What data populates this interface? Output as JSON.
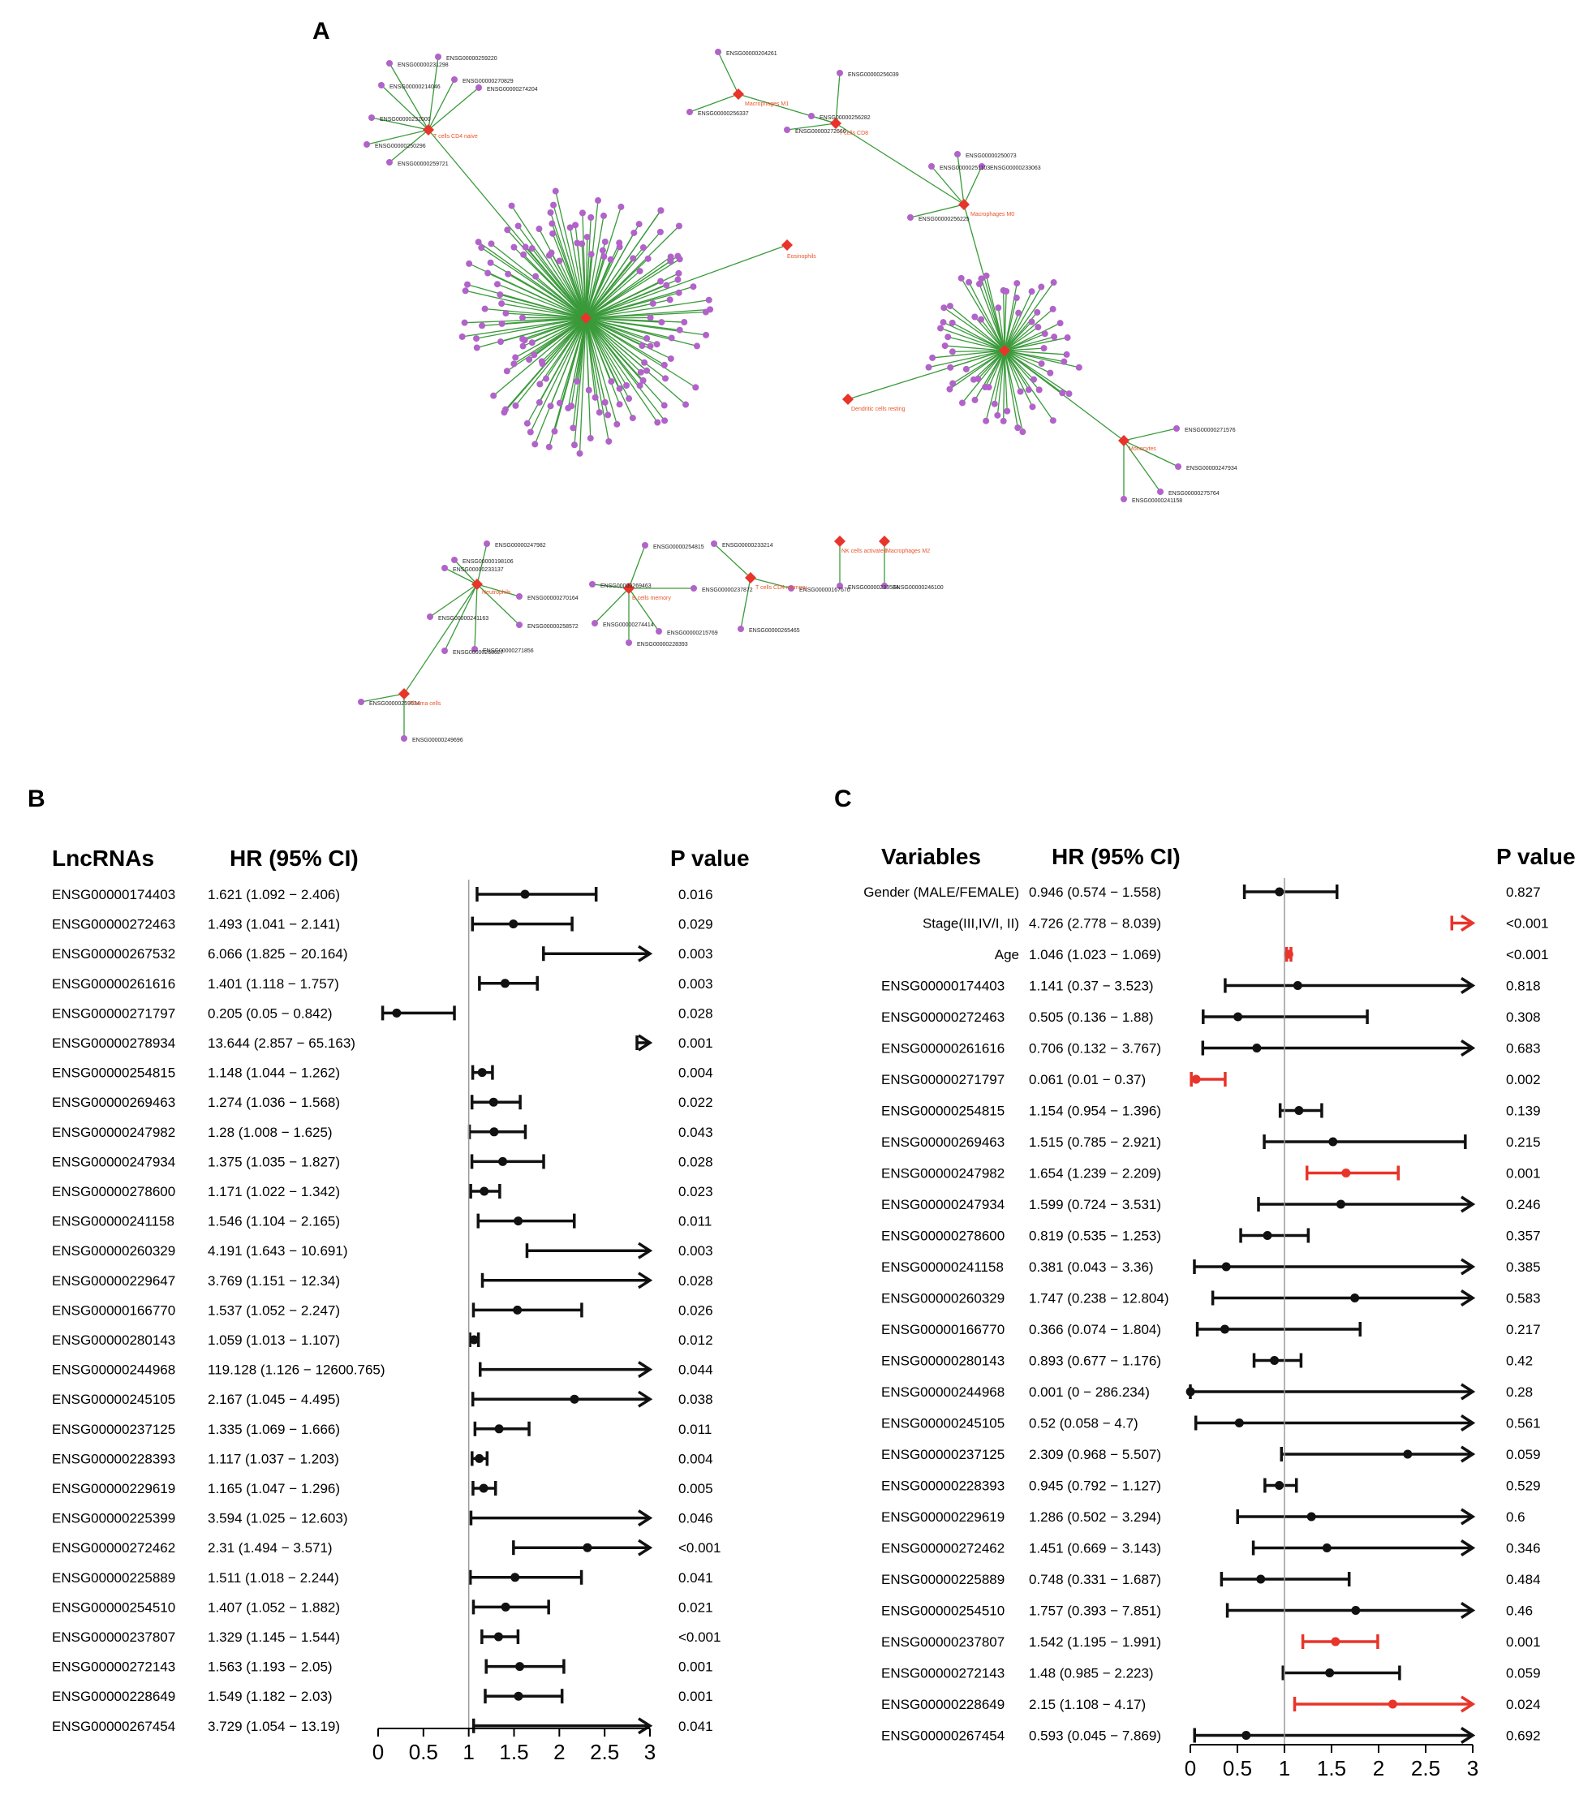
{
  "panels": {
    "a": "A",
    "b": "B",
    "c": "C"
  },
  "colors": {
    "edge": "#3a9a3a",
    "lnc_node": "#b163c9",
    "cell_node": "#e8342a",
    "cell_label": "#e8542a",
    "significant": "#e8342a",
    "normal": "#111111"
  },
  "chart_data": [
    {
      "type": "network",
      "node_types": {
        "cell": "red diamond",
        "lncrna": "purple circle"
      },
      "hubs": [
        {
          "label": "T cells CD4 naive",
          "lncrnas": [
            "ENSG00000259220",
            "ENSG00000231298",
            "ENSG00000270829",
            "ENSG00000274204",
            "ENSG00000214046",
            "ENSG00000232000",
            "ENSG00000250296",
            "ENSG00000259721"
          ]
        },
        {
          "label": "Macrophages M1",
          "lncrnas": [
            "ENSG00000204261",
            "ENSG00000256337"
          ]
        },
        {
          "label": "T cells CD8",
          "lncrnas": [
            "ENSG00000256039",
            "ENSG00000256282",
            "ENSG00000272666"
          ]
        },
        {
          "label": "Macrophages M0",
          "lncrnas": [
            "ENSG00000250073",
            "ENSG00000251103",
            "ENSG00000233063",
            "ENSG00000256225"
          ]
        },
        {
          "label": "Eosinophils",
          "lncrnas": []
        },
        {
          "label": "Dendritic cells resting",
          "lncrnas": []
        },
        {
          "label": "Monocytes",
          "lncrnas": [
            "ENSG00000271576",
            "ENSG00000247934",
            "ENSG00000275764",
            "ENSG00000241158"
          ]
        },
        {
          "label": "Neutrophils",
          "lncrnas": [
            "ENSG00000247982",
            "ENSG00000198106",
            "ENSG00000233137",
            "ENSG00000270164",
            "ENSG00000241163",
            "ENSG00000258572",
            "ENSG00000271856",
            "ENSG00000268027"
          ]
        },
        {
          "label": "B cells memory",
          "lncrnas": [
            "ENSG00000254815",
            "ENSG00000269463",
            "ENSG00000237872",
            "ENSG00000274414",
            "ENSG00000215769",
            "ENSG00000228393"
          ]
        },
        {
          "label": "T cells CD4 memory",
          "lncrnas": [
            "ENSG00000233214",
            "ENSG00000167670",
            "ENSG00000265465"
          ]
        },
        {
          "label": "NK cells activated",
          "lncrnas": [
            "ENSG00000233584"
          ]
        },
        {
          "label": "Macrophages M2",
          "lncrnas": [
            "ENSG00000246100"
          ]
        },
        {
          "label": "Plasma cells",
          "lncrnas": [
            "ENSG00000259634",
            "ENSG00000249696"
          ]
        }
      ]
    },
    {
      "type": "forest",
      "headers": {
        "label": "LncRNAs",
        "hr": "HR (95% CI)",
        "p": "P value"
      },
      "xlim": [
        0,
        3
      ],
      "ticks": [
        "0",
        "0.5",
        "1",
        "1.5",
        "2",
        "2.5",
        "3"
      ],
      "rows": [
        {
          "name": "ENSG00000174403",
          "hr": 1.621,
          "lo": 1.092,
          "hi": 2.406,
          "hr_text": "1.621 (1.092 − 2.406)",
          "p": "0.016"
        },
        {
          "name": "ENSG00000272463",
          "hr": 1.493,
          "lo": 1.041,
          "hi": 2.141,
          "hr_text": "1.493 (1.041 − 2.141)",
          "p": "0.029"
        },
        {
          "name": "ENSG00000267532",
          "hr": 6.066,
          "lo": 1.825,
          "hi": 20.164,
          "hr_text": "6.066 (1.825 − 20.164)",
          "p": "0.003"
        },
        {
          "name": "ENSG00000261616",
          "hr": 1.401,
          "lo": 1.118,
          "hi": 1.757,
          "hr_text": "1.401 (1.118 − 1.757)",
          "p": "0.003"
        },
        {
          "name": "ENSG00000271797",
          "hr": 0.205,
          "lo": 0.05,
          "hi": 0.842,
          "hr_text": "0.205 (0.05 − 0.842)",
          "p": "0.028"
        },
        {
          "name": "ENSG00000278934",
          "hr": 13.644,
          "lo": 2.857,
          "hi": 65.163,
          "hr_text": "13.644 (2.857 − 65.163)",
          "p": "0.001"
        },
        {
          "name": "ENSG00000254815",
          "hr": 1.148,
          "lo": 1.044,
          "hi": 1.262,
          "hr_text": "1.148 (1.044 − 1.262)",
          "p": "0.004"
        },
        {
          "name": "ENSG00000269463",
          "hr": 1.274,
          "lo": 1.036,
          "hi": 1.568,
          "hr_text": "1.274 (1.036 − 1.568)",
          "p": "0.022"
        },
        {
          "name": "ENSG00000247982",
          "hr": 1.28,
          "lo": 1.008,
          "hi": 1.625,
          "hr_text": "1.28 (1.008 − 1.625)",
          "p": "0.043"
        },
        {
          "name": "ENSG00000247934",
          "hr": 1.375,
          "lo": 1.035,
          "hi": 1.827,
          "hr_text": "1.375 (1.035 − 1.827)",
          "p": "0.028"
        },
        {
          "name": "ENSG00000278600",
          "hr": 1.171,
          "lo": 1.022,
          "hi": 1.342,
          "hr_text": "1.171 (1.022 − 1.342)",
          "p": "0.023"
        },
        {
          "name": "ENSG00000241158",
          "hr": 1.546,
          "lo": 1.104,
          "hi": 2.165,
          "hr_text": "1.546 (1.104 − 2.165)",
          "p": "0.011"
        },
        {
          "name": "ENSG00000260329",
          "hr": 4.191,
          "lo": 1.643,
          "hi": 10.691,
          "hr_text": "4.191 (1.643 − 10.691)",
          "p": "0.003"
        },
        {
          "name": "ENSG00000229647",
          "hr": 3.769,
          "lo": 1.151,
          "hi": 12.34,
          "hr_text": "3.769 (1.151 − 12.34)",
          "p": "0.028"
        },
        {
          "name": "ENSG00000166770",
          "hr": 1.537,
          "lo": 1.052,
          "hi": 2.247,
          "hr_text": "1.537 (1.052 − 2.247)",
          "p": "0.026"
        },
        {
          "name": "ENSG00000280143",
          "hr": 1.059,
          "lo": 1.013,
          "hi": 1.107,
          "hr_text": "1.059 (1.013 − 1.107)",
          "p": "0.012"
        },
        {
          "name": "ENSG00000244968",
          "hr": 119.128,
          "lo": 1.126,
          "hi": 12600.765,
          "hr_text": "119.128 (1.126 − 12600.765)",
          "p": "0.044"
        },
        {
          "name": "ENSG00000245105",
          "hr": 2.167,
          "lo": 1.045,
          "hi": 4.495,
          "hr_text": "2.167 (1.045 − 4.495)",
          "p": "0.038"
        },
        {
          "name": "ENSG00000237125",
          "hr": 1.335,
          "lo": 1.069,
          "hi": 1.666,
          "hr_text": "1.335 (1.069 − 1.666)",
          "p": "0.011"
        },
        {
          "name": "ENSG00000228393",
          "hr": 1.117,
          "lo": 1.037,
          "hi": 1.203,
          "hr_text": "1.117 (1.037 − 1.203)",
          "p": "0.004"
        },
        {
          "name": "ENSG00000229619",
          "hr": 1.165,
          "lo": 1.047,
          "hi": 1.296,
          "hr_text": "1.165 (1.047 − 1.296)",
          "p": "0.005"
        },
        {
          "name": "ENSG00000225399",
          "hr": 3.594,
          "lo": 1.025,
          "hi": 12.603,
          "hr_text": "3.594 (1.025 − 12.603)",
          "p": "0.046"
        },
        {
          "name": "ENSG00000272462",
          "hr": 2.31,
          "lo": 1.494,
          "hi": 3.571,
          "hr_text": "2.31 (1.494 − 3.571)",
          "p": "<0.001"
        },
        {
          "name": "ENSG00000225889",
          "hr": 1.511,
          "lo": 1.018,
          "hi": 2.244,
          "hr_text": "1.511 (1.018 − 2.244)",
          "p": "0.041"
        },
        {
          "name": "ENSG00000254510",
          "hr": 1.407,
          "lo": 1.052,
          "hi": 1.882,
          "hr_text": "1.407 (1.052 − 1.882)",
          "p": "0.021"
        },
        {
          "name": "ENSG00000237807",
          "hr": 1.329,
          "lo": 1.145,
          "hi": 1.544,
          "hr_text": "1.329 (1.145 − 1.544)",
          "p": "<0.001"
        },
        {
          "name": "ENSG00000272143",
          "hr": 1.563,
          "lo": 1.193,
          "hi": 2.05,
          "hr_text": "1.563 (1.193 − 2.05)",
          "p": "0.001"
        },
        {
          "name": "ENSG00000228649",
          "hr": 1.549,
          "lo": 1.182,
          "hi": 2.03,
          "hr_text": "1.549 (1.182 − 2.03)",
          "p": "0.001"
        },
        {
          "name": "ENSG00000267454",
          "hr": 3.729,
          "lo": 1.054,
          "hi": 13.19,
          "hr_text": "3.729 (1.054 − 13.19)",
          "p": "0.041"
        }
      ]
    },
    {
      "type": "forest",
      "headers": {
        "label": "Variables",
        "hr": "HR (95% CI)",
        "p": "P value"
      },
      "xlim": [
        0,
        3
      ],
      "ticks": [
        "0",
        "0.5",
        "1",
        "1.5",
        "2",
        "2.5",
        "3"
      ],
      "rows": [
        {
          "name": "Gender (MALE/FEMALE)",
          "hr": 0.946,
          "lo": 0.574,
          "hi": 1.558,
          "hr_text": "0.946 (0.574 − 1.558)",
          "p": "0.827",
          "sig": false
        },
        {
          "name": "Stage(III,IV/I, II)",
          "hr": 4.726,
          "lo": 2.778,
          "hi": 8.039,
          "hr_text": "4.726 (2.778 − 8.039)",
          "p": "<0.001",
          "sig": true
        },
        {
          "name": "Age",
          "hr": 1.046,
          "lo": 1.023,
          "hi": 1.069,
          "hr_text": "1.046 (1.023 − 1.069)",
          "p": "<0.001",
          "sig": true
        },
        {
          "name": "ENSG00000174403",
          "hr": 1.141,
          "lo": 0.37,
          "hi": 3.523,
          "hr_text": "1.141 (0.37 − 3.523)",
          "p": "0.818",
          "sig": false
        },
        {
          "name": "ENSG00000272463",
          "hr": 0.505,
          "lo": 0.136,
          "hi": 1.88,
          "hr_text": "0.505 (0.136 − 1.88)",
          "p": "0.308",
          "sig": false
        },
        {
          "name": "ENSG00000261616",
          "hr": 0.706,
          "lo": 0.132,
          "hi": 3.767,
          "hr_text": "0.706 (0.132 − 3.767)",
          "p": "0.683",
          "sig": false
        },
        {
          "name": "ENSG00000271797",
          "hr": 0.061,
          "lo": 0.01,
          "hi": 0.37,
          "hr_text": "0.061 (0.01 − 0.37)",
          "p": "0.002",
          "sig": true
        },
        {
          "name": "ENSG00000254815",
          "hr": 1.154,
          "lo": 0.954,
          "hi": 1.396,
          "hr_text": "1.154 (0.954 − 1.396)",
          "p": "0.139",
          "sig": false
        },
        {
          "name": "ENSG00000269463",
          "hr": 1.515,
          "lo": 0.785,
          "hi": 2.921,
          "hr_text": "1.515 (0.785 − 2.921)",
          "p": "0.215",
          "sig": false
        },
        {
          "name": "ENSG00000247982",
          "hr": 1.654,
          "lo": 1.239,
          "hi": 2.209,
          "hr_text": "1.654 (1.239 − 2.209)",
          "p": "0.001",
          "sig": true
        },
        {
          "name": "ENSG00000247934",
          "hr": 1.599,
          "lo": 0.724,
          "hi": 3.531,
          "hr_text": "1.599 (0.724 − 3.531)",
          "p": "0.246",
          "sig": false
        },
        {
          "name": "ENSG00000278600",
          "hr": 0.819,
          "lo": 0.535,
          "hi": 1.253,
          "hr_text": "0.819 (0.535 − 1.253)",
          "p": "0.357",
          "sig": false
        },
        {
          "name": "ENSG00000241158",
          "hr": 0.381,
          "lo": 0.043,
          "hi": 3.36,
          "hr_text": "0.381 (0.043 − 3.36)",
          "p": "0.385",
          "sig": false
        },
        {
          "name": "ENSG00000260329",
          "hr": 1.747,
          "lo": 0.238,
          "hi": 12.804,
          "hr_text": "1.747 (0.238 − 12.804)",
          "p": "0.583",
          "sig": false
        },
        {
          "name": "ENSG00000166770",
          "hr": 0.366,
          "lo": 0.074,
          "hi": 1.804,
          "hr_text": "0.366 (0.074 − 1.804)",
          "p": "0.217",
          "sig": false
        },
        {
          "name": "ENSG00000280143",
          "hr": 0.893,
          "lo": 0.677,
          "hi": 1.176,
          "hr_text": "0.893 (0.677 − 1.176)",
          "p": "0.42",
          "sig": false
        },
        {
          "name": "ENSG00000244968",
          "hr": 0.001,
          "lo": 0,
          "hi": 286.234,
          "hr_text": "0.001 (0 − 286.234)",
          "p": "0.28",
          "sig": false
        },
        {
          "name": "ENSG00000245105",
          "hr": 0.52,
          "lo": 0.058,
          "hi": 4.7,
          "hr_text": "0.52 (0.058 − 4.7)",
          "p": "0.561",
          "sig": false
        },
        {
          "name": "ENSG00000237125",
          "hr": 2.309,
          "lo": 0.968,
          "hi": 5.507,
          "hr_text": "2.309 (0.968 − 5.507)",
          "p": "0.059",
          "sig": false
        },
        {
          "name": "ENSG00000228393",
          "hr": 0.945,
          "lo": 0.792,
          "hi": 1.127,
          "hr_text": "0.945 (0.792 − 1.127)",
          "p": "0.529",
          "sig": false
        },
        {
          "name": "ENSG00000229619",
          "hr": 1.286,
          "lo": 0.502,
          "hi": 3.294,
          "hr_text": "1.286 (0.502 − 3.294)",
          "p": "0.6",
          "sig": false
        },
        {
          "name": "ENSG00000272462",
          "hr": 1.451,
          "lo": 0.669,
          "hi": 3.143,
          "hr_text": "1.451 (0.669 − 3.143)",
          "p": "0.346",
          "sig": false
        },
        {
          "name": "ENSG00000225889",
          "hr": 0.748,
          "lo": 0.331,
          "hi": 1.687,
          "hr_text": "0.748 (0.331 − 1.687)",
          "p": "0.484",
          "sig": false
        },
        {
          "name": "ENSG00000254510",
          "hr": 1.757,
          "lo": 0.393,
          "hi": 7.851,
          "hr_text": "1.757 (0.393 − 7.851)",
          "p": "0.46",
          "sig": false
        },
        {
          "name": "ENSG00000237807",
          "hr": 1.542,
          "lo": 1.195,
          "hi": 1.991,
          "hr_text": "1.542 (1.195 − 1.991)",
          "p": "0.001",
          "sig": true
        },
        {
          "name": "ENSG00000272143",
          "hr": 1.48,
          "lo": 0.985,
          "hi": 2.223,
          "hr_text": "1.48 (0.985 − 2.223)",
          "p": "0.059",
          "sig": false
        },
        {
          "name": "ENSG00000228649",
          "hr": 2.15,
          "lo": 1.108,
          "hi": 4.17,
          "hr_text": "2.15 (1.108 − 4.17)",
          "p": "0.024",
          "sig": true
        },
        {
          "name": "ENSG00000267454",
          "hr": 0.593,
          "lo": 0.045,
          "hi": 7.869,
          "hr_text": "0.593 (0.045 − 7.869)",
          "p": "0.692",
          "sig": false
        }
      ]
    }
  ]
}
